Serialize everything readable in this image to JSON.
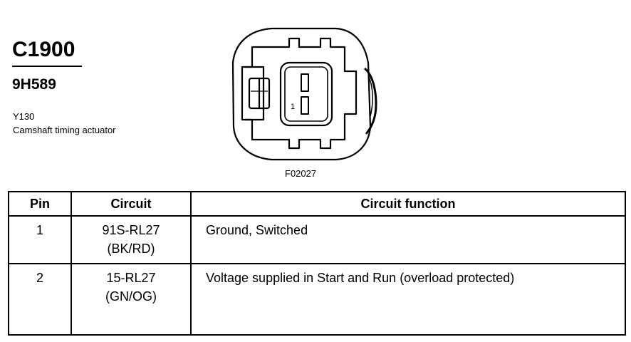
{
  "connector": {
    "id": "C1900",
    "part_number": "9H589",
    "component_code": "Y130",
    "component_description": "Camshaft timing actuator",
    "figure_code": "F02027",
    "pin_label": "1"
  },
  "table": {
    "headers": {
      "pin": "Pin",
      "circuit": "Circuit",
      "function": "Circuit function"
    },
    "rows": [
      {
        "pin": "1",
        "circuit": "91S-RL27",
        "color": "(BK/RD)",
        "function": "Ground, Switched"
      },
      {
        "pin": "2",
        "circuit": "15-RL27",
        "color": "(GN/OG)",
        "function": "Voltage supplied in Start and Run (overload protected)"
      }
    ]
  }
}
